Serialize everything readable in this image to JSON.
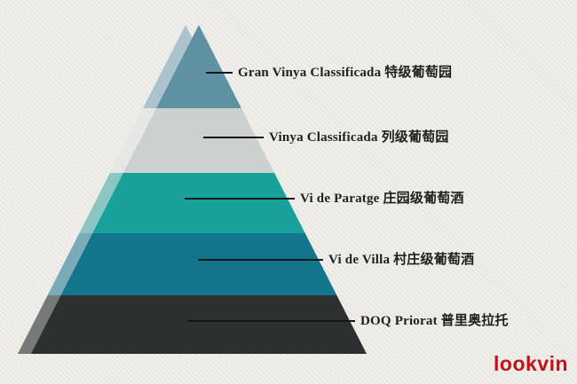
{
  "diagram": {
    "type": "pyramid",
    "tiers": [
      {
        "label": "Gran Vinya Classificada 特级葡萄园",
        "color": "#5e92a3",
        "light_color": "#a9c4ce"
      },
      {
        "label": "Vinya Classificada 列级葡萄园",
        "color": "#ccd1cf",
        "light_color": "#e4e7e5"
      },
      {
        "label": "Vi de Paratge 庄园级葡萄酒",
        "color": "#18a09a",
        "light_color": "#85c8c4"
      },
      {
        "label": "Vi de Villa 村庄级葡萄酒",
        "color": "#13758c",
        "light_color": "#77abba"
      },
      {
        "label": "DOQ Priorat 普里奥拉托",
        "color": "#2c302f",
        "light_color": "#757978"
      }
    ]
  },
  "watermark": {
    "text": "lookvin",
    "color": "#c1121c"
  }
}
